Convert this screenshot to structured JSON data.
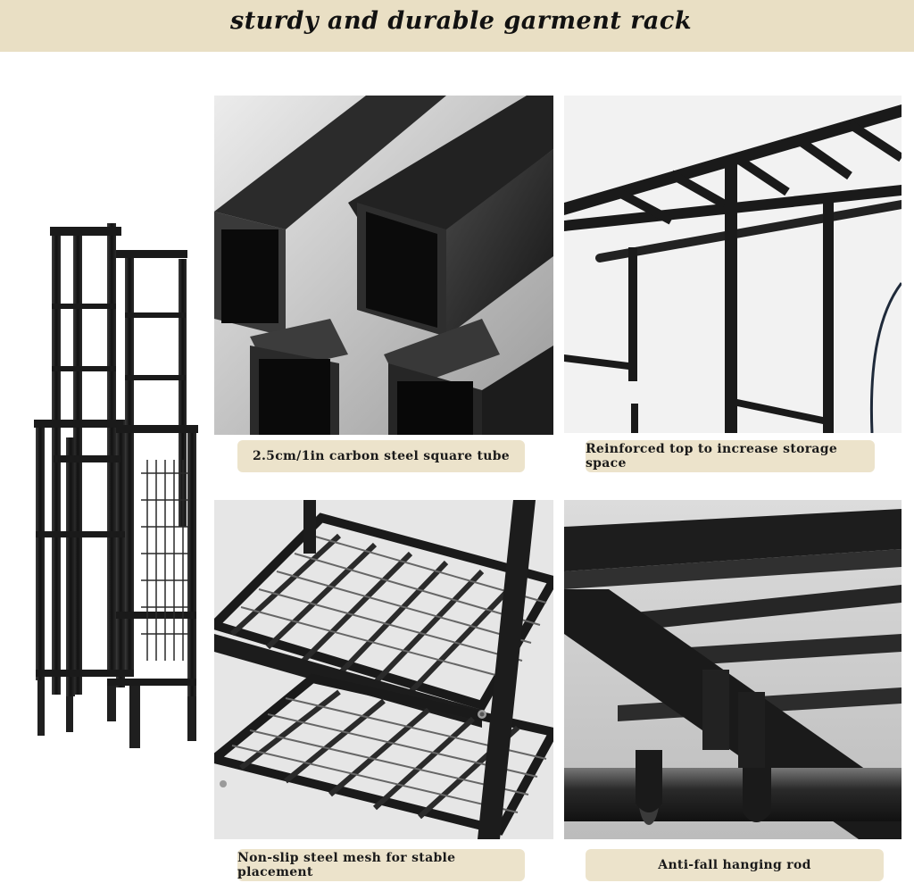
{
  "header": {
    "title": "sturdy and durable garment rack"
  },
  "captions": {
    "tube": "2.5cm/1in carbon steel square tube",
    "top": "Reinforced top to increase storage space",
    "mesh": "Non-slip steel mesh for stable placement",
    "rod": "Anti-fall hanging rod"
  },
  "colors": {
    "banner": "#e9dfc4",
    "caption": "#ece3cb",
    "steel": "#1c1c1c"
  }
}
